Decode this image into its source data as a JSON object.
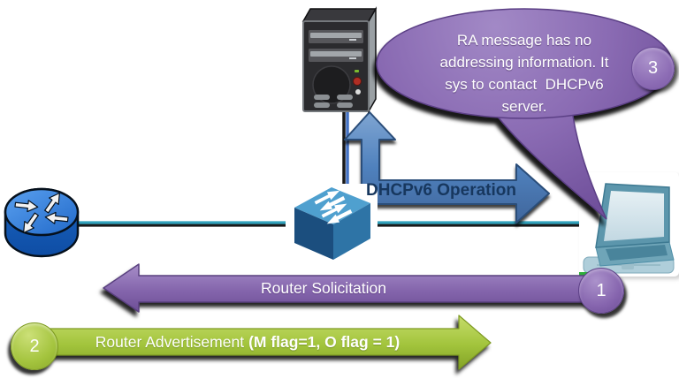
{
  "bubble": {
    "lines": [
      "RA message has no",
      "addressing information. It",
      "sys to contact  DHCPv6",
      "server."
    ],
    "badge": "3"
  },
  "arrows": {
    "dhcp": {
      "label": "DHCPv6 Operation"
    },
    "solicitation": {
      "label": "Router Solicitation",
      "badge": "1"
    },
    "advertisement": {
      "label": "Router Advertisement",
      "flags": "(M flag=1, O flag = 1)",
      "badge": "2"
    }
  },
  "devices": {
    "server": "server-icon",
    "switch": "switch-icon",
    "router": "router-icon",
    "laptop": "laptop-icon"
  },
  "colors": {
    "bubble_purple": "#8A6BB3",
    "arrow_purple": "#8465AC",
    "arrow_green": "#A2C43C",
    "arrow_blue": "#4F81BD",
    "label_navy": "#17375E",
    "link_teal": "#31A2BC",
    "link_blue": "#4472C4"
  }
}
